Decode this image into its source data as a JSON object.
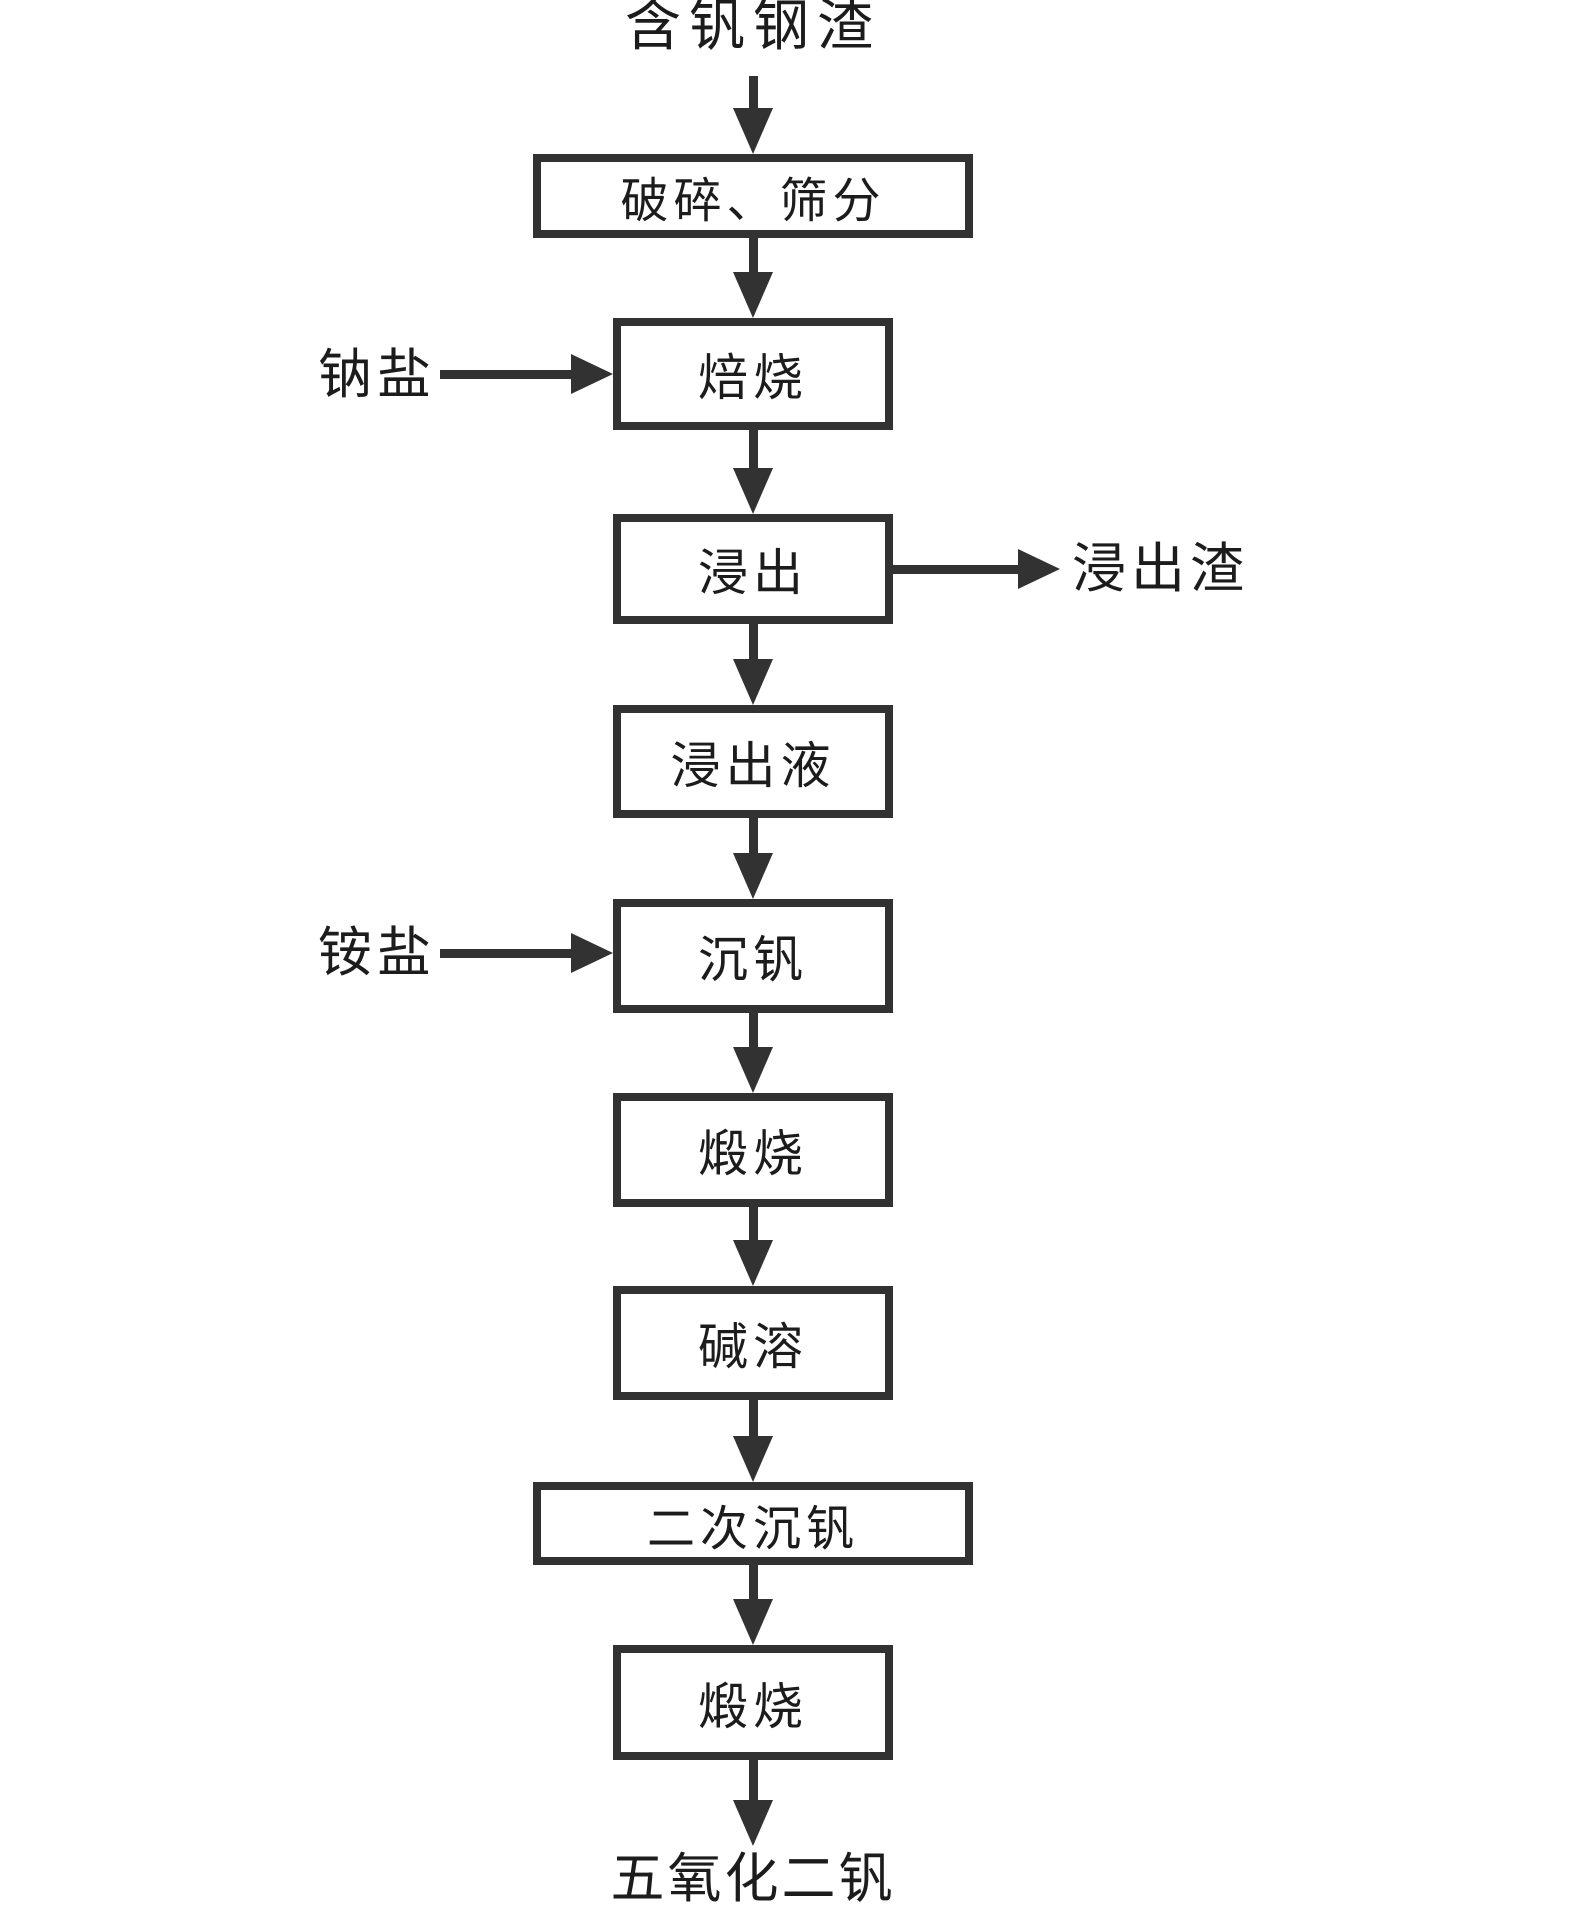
{
  "diagram": {
    "type": "flowchart",
    "top_label": "含钒钢渣",
    "bottom_label": "五氧化二钒",
    "boxes": [
      {
        "id": "crushing-screening",
        "label": "破碎、筛分"
      },
      {
        "id": "roasting",
        "label": "焙烧"
      },
      {
        "id": "leaching",
        "label": "浸出"
      },
      {
        "id": "leachate",
        "label": "浸出液"
      },
      {
        "id": "vanadium-precipitation",
        "label": "沉钒"
      },
      {
        "id": "calcination-1",
        "label": "煅烧"
      },
      {
        "id": "alkali-dissolution",
        "label": "碱溶"
      },
      {
        "id": "secondary-vanadium-precipitation",
        "label": "二次沉钒"
      },
      {
        "id": "calcination-2",
        "label": "煅烧"
      }
    ],
    "side_inputs": [
      {
        "label": "钠盐",
        "target": "roasting"
      },
      {
        "label": "铵盐",
        "target": "vanadium-precipitation"
      }
    ],
    "side_outputs": [
      {
        "label": "浸出渣",
        "source": "leaching"
      }
    ],
    "colors": {
      "line": "#323232",
      "text": "#1c1c1c",
      "background": "#ffffff"
    }
  }
}
